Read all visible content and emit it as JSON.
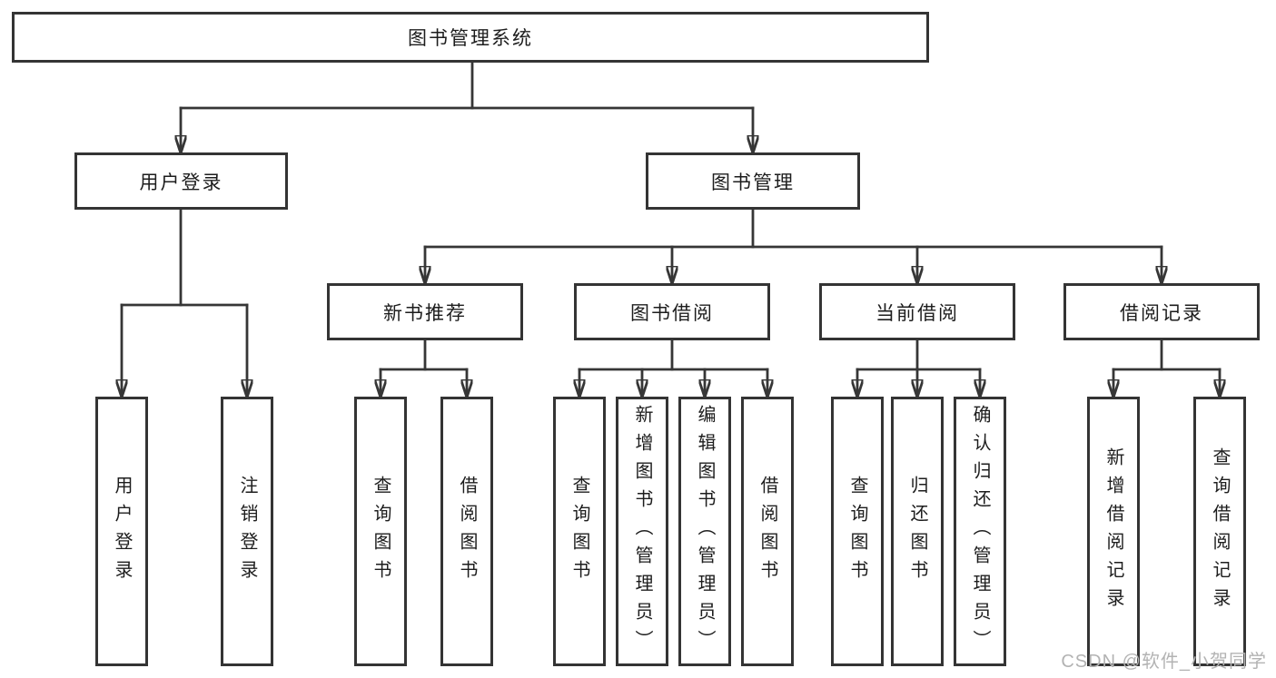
{
  "diagram": {
    "title_node": {
      "label": "图书管理系统"
    },
    "level2": [
      {
        "label": "用户登录"
      },
      {
        "label": "图书管理"
      }
    ],
    "level3": [
      {
        "label": "新书推荐"
      },
      {
        "label": "图书借阅"
      },
      {
        "label": "当前借阅"
      },
      {
        "label": "借阅记录"
      }
    ],
    "leaves": {
      "user_login": [
        {
          "label": "用户登录"
        },
        {
          "label": "注销登录"
        }
      ],
      "new_book": [
        {
          "label": "查询图书"
        },
        {
          "label": "借阅图书"
        }
      ],
      "book_borrow": [
        {
          "label": "查询图书"
        },
        {
          "label": "新增图书（管理员）"
        },
        {
          "label": "编辑图书（管理员）"
        },
        {
          "label": "借阅图书"
        }
      ],
      "current_borrow": [
        {
          "label": "查询图书"
        },
        {
          "label": "归还图书"
        },
        {
          "label": "确认归还（管理员）"
        }
      ],
      "borrow_records": [
        {
          "label": "新增借阅记录"
        },
        {
          "label": "查询借阅记录"
        }
      ]
    },
    "colors": {
      "line": "#363636",
      "box_border": "#343434",
      "text": "#1d1d1d",
      "background": "#ffffff",
      "watermark": "#b3b3b3"
    }
  },
  "watermark": {
    "text": "CSDN @软件_小贺同学"
  }
}
